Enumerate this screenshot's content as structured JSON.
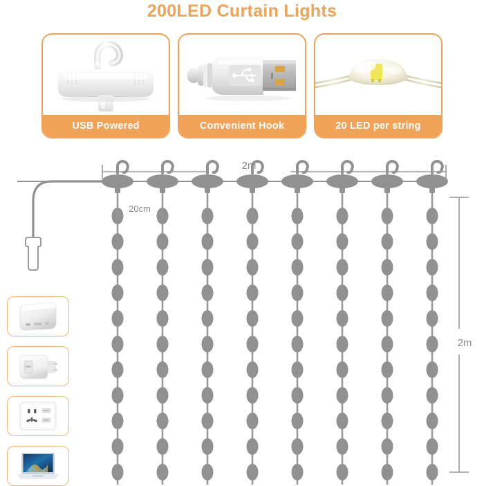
{
  "title": "200LED Curtain Lights",
  "colors": {
    "accent_orange": "#f0a356",
    "thumb_border": "#e8b982",
    "diagram_gray": "#919191",
    "dimension_gray": "#8a8a8a",
    "led_chip_yellow": "#e9e03f"
  },
  "cards": [
    {
      "label": "USB Powered",
      "icon": "curtain-hook-icon"
    },
    {
      "label": "Convenient Hook",
      "icon": "usb-connector-icon"
    },
    {
      "label": "20 LED per string",
      "icon": "led-bulb-closeup-icon"
    }
  ],
  "thumbnails": [
    {
      "icon": "power-bank-icon"
    },
    {
      "icon": "usb-wall-adapter-icon"
    },
    {
      "icon": "wall-socket-usb-icon"
    },
    {
      "icon": "laptop-icon"
    }
  ],
  "diagram": {
    "width_dimension": "2m",
    "height_dimension": "2m",
    "spacing_dimension": "20cm",
    "string_count": 8,
    "beads_per_string": 12,
    "leader_cable": "usb-plug-lead"
  }
}
